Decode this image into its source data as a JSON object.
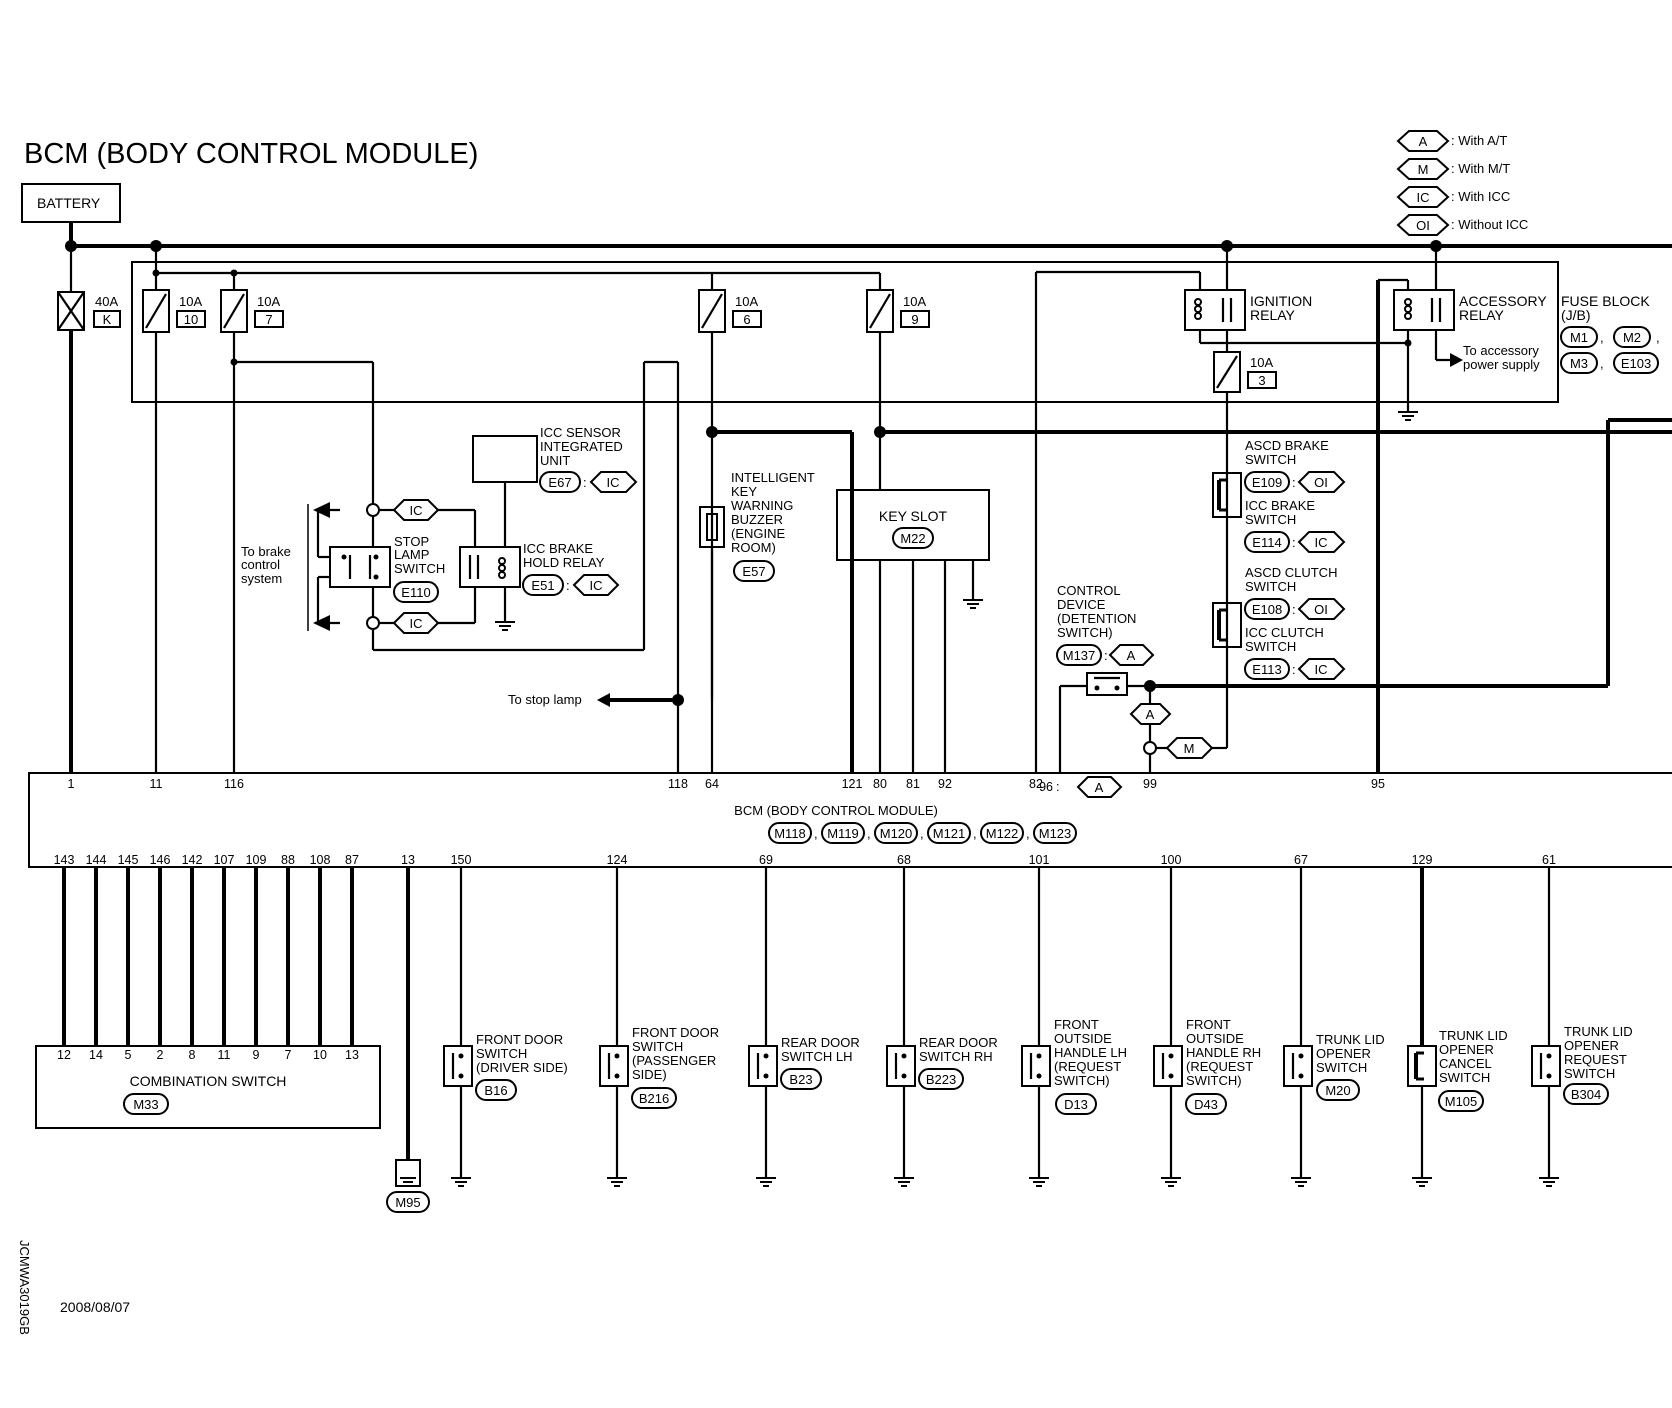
{
  "title": "BCM (BODY CONTROL MODULE)",
  "battery": "BATTERY",
  "legend": [
    {
      "tag": "A",
      "text": ": With A/T"
    },
    {
      "tag": "M",
      "text": ": With M/T"
    },
    {
      "tag": "IC",
      "text": ": With ICC"
    },
    {
      "tag": "OI",
      "text": ": Without ICC"
    }
  ],
  "fuses": [
    {
      "amp": "40A",
      "num": "K"
    },
    {
      "amp": "10A",
      "num": "10"
    },
    {
      "amp": "10A",
      "num": "7"
    },
    {
      "amp": "10A",
      "num": "6"
    },
    {
      "amp": "10A",
      "num": "9"
    },
    {
      "amp": "10A",
      "num": "3"
    }
  ],
  "fuse_block": {
    "label_1": "FUSE BLOCK",
    "label_2": "(J/B)",
    "connectors": [
      "M1",
      "M2",
      "M3",
      "E103"
    ],
    "sep_1": ",",
    "sep_2": ",",
    "sep_3": ","
  },
  "ignition_relay": [
    "IGNITION",
    "RELAY"
  ],
  "accessory_relay": [
    "ACCESSORY",
    "RELAY"
  ],
  "accessory_note": [
    "To accessory",
    "power supply"
  ],
  "icc_sensor": {
    "lines": [
      "ICC SENSOR",
      "INTEGRATED",
      "UNIT"
    ],
    "connector": "E67",
    "tag": "IC"
  },
  "stop_lamp_switch": {
    "lines": [
      "STOP",
      "LAMP",
      "SWITCH"
    ],
    "connector": "E110",
    "tag_top": "IC",
    "tag_bottom": "IC"
  },
  "icc_brake_hold_relay": {
    "lines": [
      "ICC BRAKE",
      "HOLD RELAY"
    ],
    "connector": "E51",
    "tag": "IC"
  },
  "brake_note": [
    "To brake",
    "control",
    "system"
  ],
  "stop_lamp_note": "To stop lamp",
  "buzzer": {
    "lines": [
      "INTELLIGENT",
      "KEY",
      "WARNING",
      "BUZZER",
      "(ENGINE",
      "ROOM)"
    ],
    "connector": "E57"
  },
  "key_slot": {
    "label": "KEY SLOT",
    "connector": "M22"
  },
  "ascd_brake": {
    "lines": [
      "ASCD BRAKE",
      "SWITCH"
    ],
    "connector": "E109",
    "tag": "OI"
  },
  "icc_brake": {
    "lines": [
      "ICC BRAKE",
      "SWITCH"
    ],
    "connector": "E114",
    "tag": "IC"
  },
  "ascd_clutch": {
    "lines": [
      "ASCD CLUTCH",
      "SWITCH"
    ],
    "connector": "E108",
    "tag": "OI"
  },
  "icc_clutch": {
    "lines": [
      "ICC CLUTCH",
      "SWITCH"
    ],
    "connector": "E113",
    "tag": "IC"
  },
  "control_device": {
    "lines": [
      "CONTROL",
      "DEVICE",
      "(DETENTION",
      "SWITCH)"
    ],
    "connector": "M137",
    "tag": "A"
  },
  "junction_tags": {
    "a": "A",
    "m": "M",
    "pin96_tag": "A"
  },
  "colon": ":",
  "bcm": {
    "label": "BCM (BODY CONTROL MODULE)",
    "connectors": [
      "M118",
      "M119",
      "M120",
      "M121",
      "M122",
      "M123"
    ],
    "sep": ",",
    "top_pins": [
      "1",
      "11",
      "116",
      "118",
      "64",
      "121",
      "80",
      "81",
      "92",
      "82",
      "96",
      "99",
      "95"
    ],
    "bottom_pins": [
      "143",
      "144",
      "145",
      "146",
      "142",
      "107",
      "109",
      "88",
      "108",
      "87",
      "13",
      "150",
      "124",
      "69",
      "68",
      "101",
      "100",
      "67",
      "129",
      "61"
    ]
  },
  "combination_switch": {
    "label": "COMBINATION SWITCH",
    "connector": "M33",
    "pins": [
      "12",
      "14",
      "5",
      "2",
      "8",
      "11",
      "9",
      "7",
      "10",
      "13"
    ]
  },
  "ground_m95": "M95",
  "switches": [
    {
      "lines": [
        "FRONT DOOR",
        "SWITCH",
        "(DRIVER SIDE)"
      ],
      "connector": "B16"
    },
    {
      "lines": [
        "FRONT DOOR",
        "SWITCH",
        "(PASSENGER",
        " SIDE)"
      ],
      "connector": "B216"
    },
    {
      "lines": [
        "REAR DOOR",
        "SWITCH LH"
      ],
      "connector": "B23"
    },
    {
      "lines": [
        "REAR DOOR",
        "SWITCH RH"
      ],
      "connector": "B223"
    },
    {
      "lines": [
        "FRONT",
        "OUTSIDE",
        "HANDLE LH",
        "(REQUEST",
        " SWITCH)"
      ],
      "connector": "D13"
    },
    {
      "lines": [
        "FRONT",
        "OUTSIDE",
        "HANDLE RH",
        "(REQUEST",
        " SWITCH)"
      ],
      "connector": "D43"
    },
    {
      "lines": [
        "TRUNK LID",
        "OPENER",
        "SWITCH"
      ],
      "connector": "M20"
    },
    {
      "lines": [
        "TRUNK LID",
        "OPENER",
        "CANCEL",
        "SWITCH"
      ],
      "connector": "M105"
    },
    {
      "lines": [
        "TRUNK LID",
        "OPENER",
        "REQUEST",
        "SWITCH"
      ],
      "connector": "B304"
    }
  ],
  "date": "2008/08/07",
  "code": "JCMWA3019GB"
}
